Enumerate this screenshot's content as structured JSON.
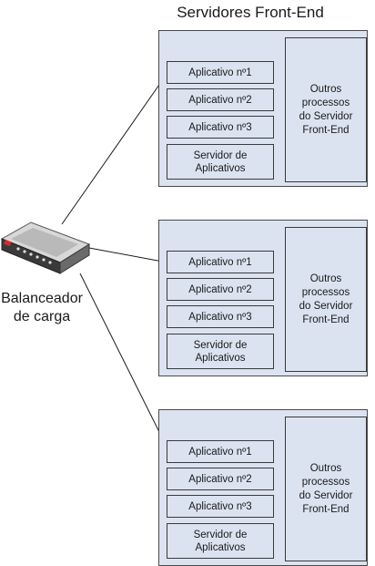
{
  "title": "Servidores Front-End",
  "load_balancer": {
    "label": "Balanceador\nde carga",
    "icon": "load-balancer-icon"
  },
  "servers": [
    {
      "apps": [
        "Aplicativo nº1",
        "Aplicativo nº2",
        "Aplicativo nº3"
      ],
      "app_server": "Servidor de\nAplicativos",
      "other": "Outros\nprocessos\ndo Servidor\nFront-End"
    },
    {
      "apps": [
        "Aplicativo nº1",
        "Aplicativo nº2",
        "Aplicativo nº3"
      ],
      "app_server": "Servidor de\nAplicativos",
      "other": "Outros\nprocessos\ndo Servidor\nFront-End"
    },
    {
      "apps": [
        "Aplicativo nº1",
        "Aplicativo nº2",
        "Aplicativo nº3"
      ],
      "app_server": "Servidor de\nAplicativos",
      "other": "Outros\nprocessos\ndo Servidor\nFront-End"
    }
  ],
  "colors": {
    "box_fill": "#dbe3f1",
    "border": "#3a3a3a",
    "line": "#1a1a1a"
  }
}
